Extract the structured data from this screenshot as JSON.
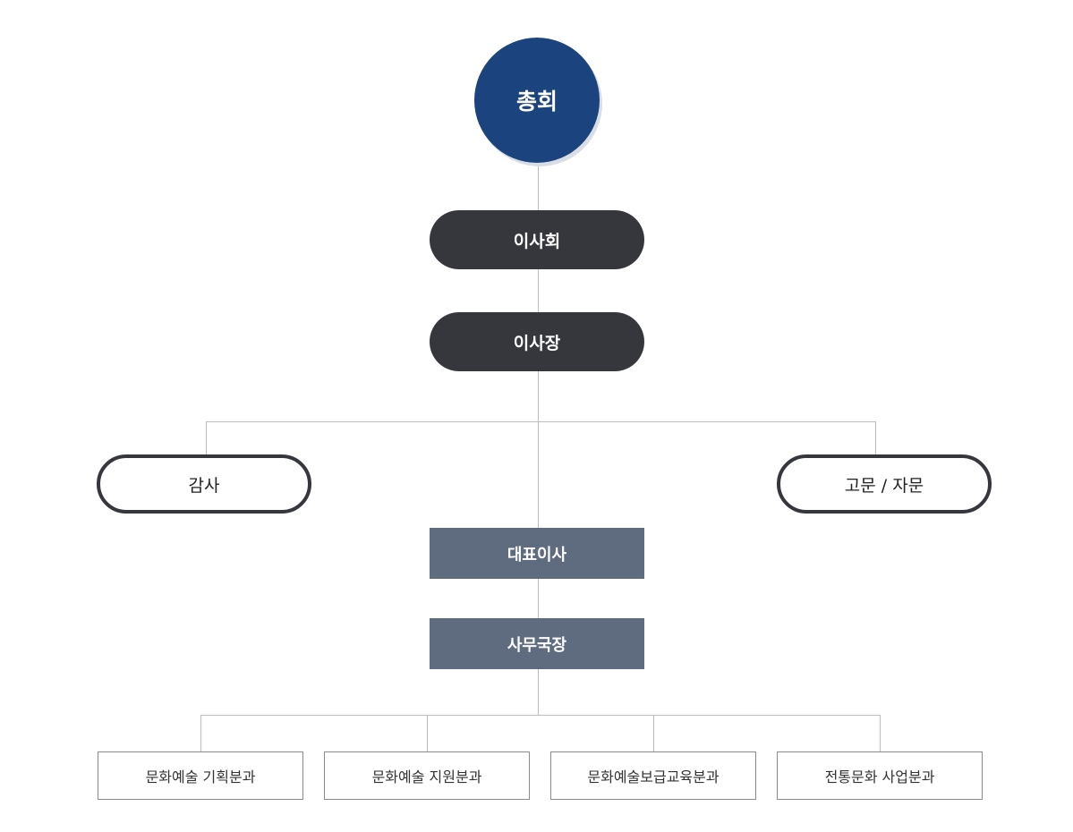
{
  "chart": {
    "general_assembly": "총회",
    "board": "이사회",
    "chairman": "이사장",
    "auditor": "감사",
    "advisor": "고문 / 자문",
    "ceo": "대표이사",
    "secretary_general": "사무국장",
    "departments": [
      "문화예술 기획분과",
      "문화예술 지원분과",
      "문화예술보급교육분과",
      "전통문화 사업분과"
    ]
  },
  "colors": {
    "general_assembly_fill": "#1b437e",
    "dark_pill_fill": "#35373d",
    "slate_box_fill": "#5f6b7e",
    "connector_line": "#bdbdbd"
  }
}
